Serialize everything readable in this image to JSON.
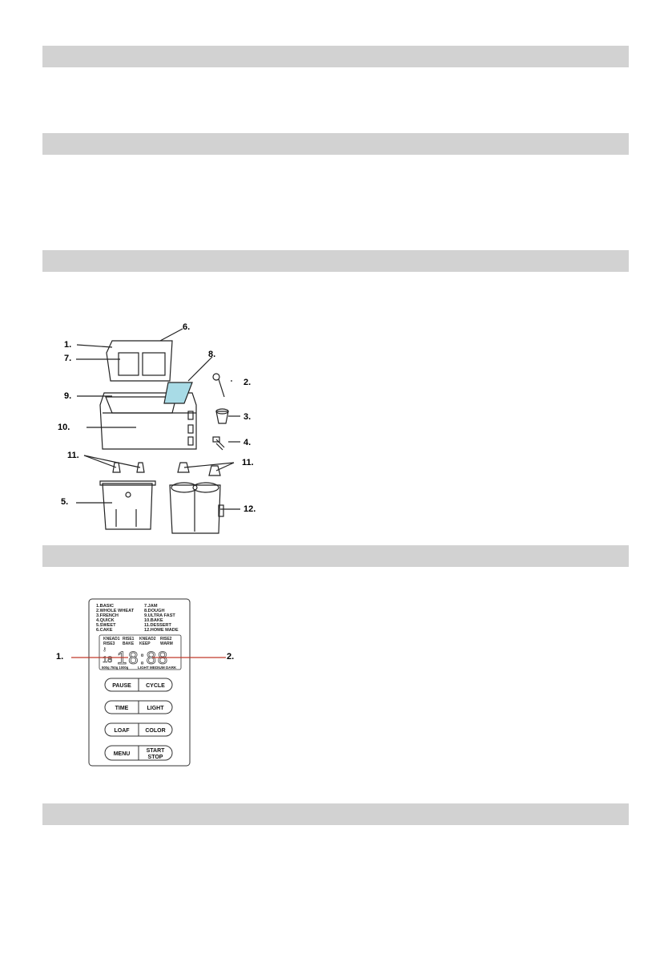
{
  "figure_parts": {
    "callouts": [
      "1.",
      "2.",
      "3.",
      "4.",
      "5.",
      "6.",
      "7.",
      "8.",
      "9.",
      "10.",
      "11.",
      "11.",
      "12."
    ]
  },
  "control_panel": {
    "callouts": [
      "1.",
      "2."
    ],
    "menu_left": [
      "1.BASIC",
      "2.WHOLE  WHEAT",
      "3.FRENCH",
      "4.QUICK",
      "5.SWEET",
      "6.CAKE"
    ],
    "menu_right": [
      "7.JAM",
      "8.DOUGH",
      "9.ULTRA  FAST",
      "10.BAKE",
      "11.DESSERT",
      "12.HOME  MADE"
    ],
    "stages_top": [
      "KNEAD1",
      "RISE1",
      "KNEAD2",
      "RISE2"
    ],
    "stages_bottom": [
      "RISE3",
      "BAKE",
      "KEEP",
      "WARM"
    ],
    "digits_small": "18",
    "digits_main": "18:88",
    "weights": "500g 750g 1000g",
    "crust": "LIGHT MEDIUM DARK",
    "buttons": [
      {
        "left": "PAUSE",
        "right": "CYCLE"
      },
      {
        "left": "TIME",
        "right": "LIGHT"
      },
      {
        "left": "LOAF",
        "right": "COLOR"
      },
      {
        "left": "MENU",
        "right": "START",
        "right2": "STOP"
      }
    ]
  }
}
